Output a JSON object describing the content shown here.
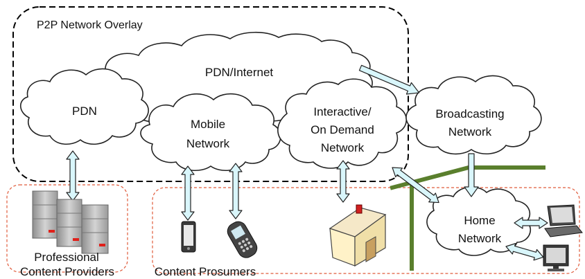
{
  "overlay": {
    "label": "P2P Network Overlay"
  },
  "clouds": {
    "pdn_internet": "PDN/Internet",
    "pdn": "PDN",
    "mobile": [
      "Mobile",
      "Network"
    ],
    "interactive": [
      "Interactive/",
      "On Demand",
      "Network"
    ],
    "broadcasting": [
      "Broadcasting",
      "Network"
    ],
    "home": [
      "Home",
      "Network"
    ]
  },
  "groups": {
    "providers": [
      "Professional",
      "Content Providers"
    ],
    "prosumers": "Content Prosumers"
  },
  "icons": [
    "server-icon",
    "mobile-phone-icon",
    "cell-phone-icon",
    "house-icon",
    "laptop-icon",
    "monitor-icon"
  ],
  "colors": {
    "arrow_fill": "#d9f6fb",
    "dashed_boundary": "#e05a3a",
    "green_line": "#5a7f2d",
    "server": "#b8b8b8",
    "server_led": "#e0201a",
    "house_wall": "#fff2c8",
    "house_roof": "#f5e8c8"
  }
}
